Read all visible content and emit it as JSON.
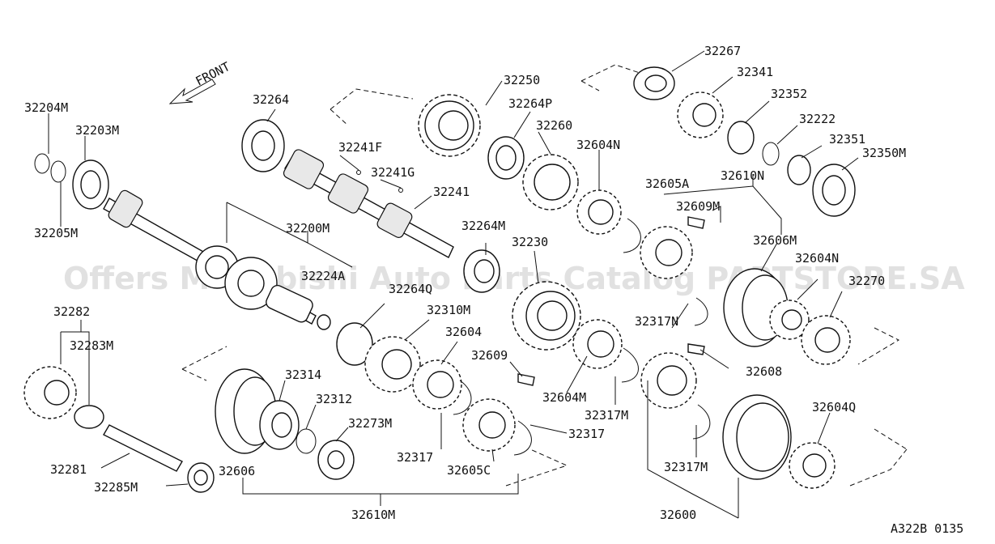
{
  "front_label": "FRONT",
  "watermark": "Offers Mitsubishi Auto Parts Catalog PARTSTORE.SA",
  "figure_code": "A322B 0135",
  "part_labels": {
    "p32204M": "32204M",
    "p32203M": "32203M",
    "p32205M": "32205M",
    "p32264": "32264",
    "p32241F": "32241F",
    "p32241G": "32241G",
    "p32241": "32241",
    "p32200M": "32200M",
    "p32224A": "32224A",
    "p32250": "32250",
    "p32264P": "32264P",
    "p32260": "32260",
    "p32604N_a": "32604N",
    "p32264M": "32264M",
    "p32230": "32230",
    "p32264Q": "32264Q",
    "p32310M": "32310M",
    "p32604": "32604",
    "p32609": "32609",
    "p32604M": "32604M",
    "p32317M_a": "32317M",
    "p32317N": "32317N",
    "p32608": "32608",
    "p32267": "32267",
    "p32341": "32341",
    "p32352": "32352",
    "p32222": "32222",
    "p32351": "32351",
    "p32350M": "32350M",
    "p32610N": "32610N",
    "p32605A": "32605A",
    "p32609M": "32609M",
    "p32606M": "32606M",
    "p32604N_b": "32604N",
    "p32270": "32270",
    "p32282": "32282",
    "p32283M": "32283M",
    "p32281": "32281",
    "p32285M": "32285M",
    "p32314": "32314",
    "p32312": "32312",
    "p32273M": "32273M",
    "p32606": "32606",
    "p32610M": "32610M",
    "p32317": "32317",
    "p32605C": "32605C",
    "p32317_b": "32317",
    "p32317M_b": "32317M",
    "p32600": "32600",
    "p32604Q": "32604Q"
  }
}
